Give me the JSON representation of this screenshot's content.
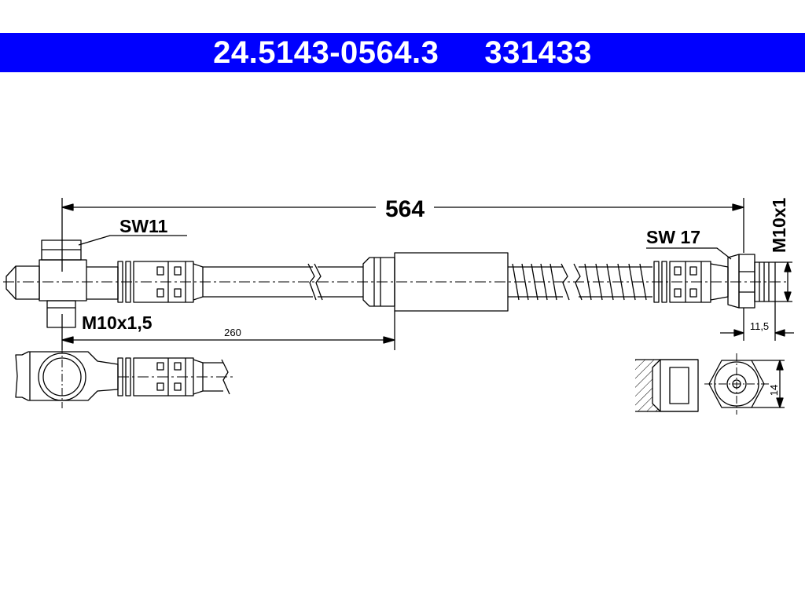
{
  "header": {
    "part_number": "24.5143-0564.3",
    "ref_number": "331433"
  },
  "dimensions": {
    "overall_length": "564",
    "partial_length": "260",
    "thread_left": "M10x1,5",
    "thread_right": "M10x1",
    "wrench_left": "SW11",
    "wrench_right": "SW 17",
    "fitting_length": "11,5",
    "hex_width": "14"
  },
  "colors": {
    "header_bg": "#0000ff",
    "header_text": "#ffffff",
    "lines": "#000000"
  }
}
